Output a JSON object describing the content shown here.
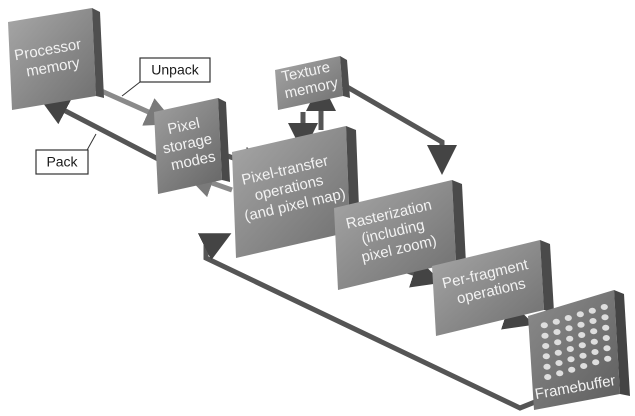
{
  "diagram": {
    "boxes": {
      "processor_memory": [
        "Processor",
        "memory"
      ],
      "pixel_storage_modes": [
        "Pixel",
        "storage",
        "modes"
      ],
      "texture_memory": [
        "Texture",
        "memory"
      ],
      "pixel_transfer": [
        "Pixel-transfer",
        "operations",
        "(and pixel map)"
      ],
      "rasterization": [
        "Rasterization",
        "(including",
        "pixel zoom)"
      ],
      "per_fragment": [
        "Per-fragment",
        "operations"
      ],
      "framebuffer": [
        "Framebuffer"
      ]
    },
    "callouts": {
      "unpack": "Unpack",
      "pack": "Pack"
    },
    "colors": {
      "box_light": "#9e9e9e",
      "box_dark": "#6a6a6a",
      "box_side": "#4a4a4a",
      "arrow": "#555555",
      "text": "#f2f2f2"
    }
  }
}
